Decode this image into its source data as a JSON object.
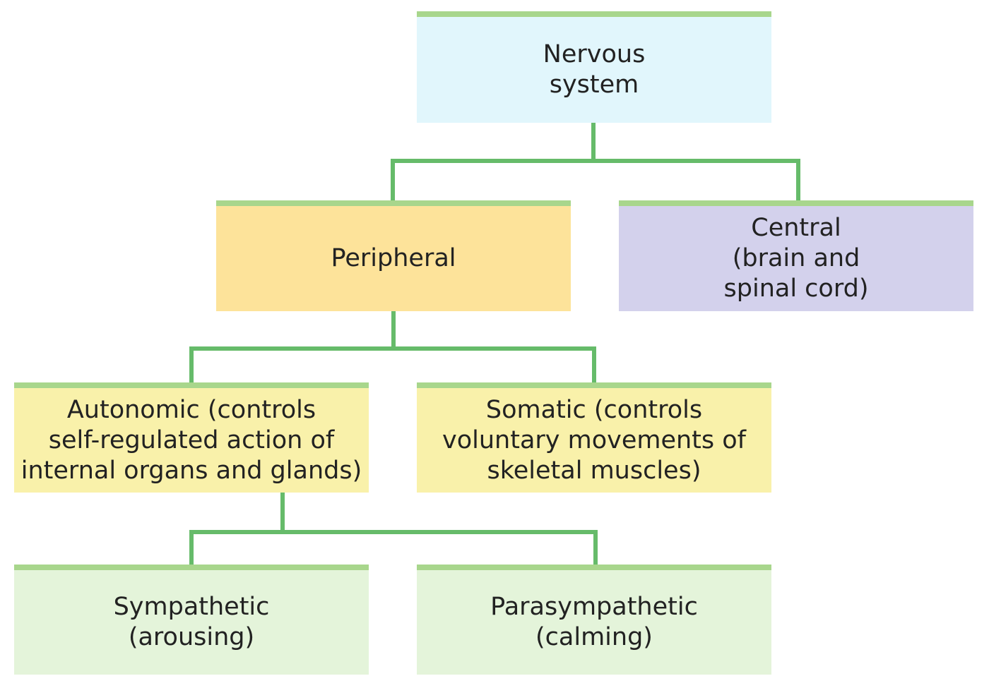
{
  "colors": {
    "connector": "#66bb6a",
    "top_bar": "#a8d68c",
    "nervous": "#e1f6fc",
    "peripheral": "#fde39a",
    "central": "#d3d1ec",
    "division": "#f9f1aa",
    "subdivision": "#e4f4da"
  },
  "nodes": {
    "nervous_system": "Nervous\nsystem",
    "peripheral": "Peripheral",
    "central": "Central\n(brain and\nspinal cord)",
    "autonomic": "Autonomic (controls\nself-regulated action of\ninternal organs and glands)",
    "somatic": "Somatic (controls\nvoluntary movements of\nskeletal muscles)",
    "sympathetic": "Sympathetic\n(arousing)",
    "parasympathetic": "Parasympathetic\n(calming)"
  }
}
